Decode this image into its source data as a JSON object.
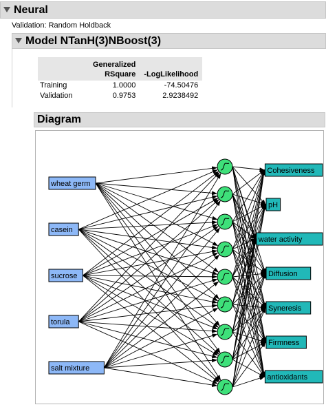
{
  "report": {
    "title": "Neural",
    "validation": "Validation: Random Holdback"
  },
  "model": {
    "title": "Model NTanH(3)NBoost(3)",
    "columns": [
      "Generalized RSquare",
      "-LogLikelihood"
    ],
    "col1_line1": "Generalized",
    "col1_line2": "RSquare",
    "col2": "-LogLikelihood",
    "rows": [
      {
        "label": "Training",
        "rsquare": "1.0000",
        "loglik": "-74.50476"
      },
      {
        "label": "Validation",
        "rsquare": "0.9753",
        "loglik": "2.9238492"
      }
    ]
  },
  "diagram": {
    "title": "Diagram",
    "inputs": [
      "wheat germ",
      "casein",
      "sucrose",
      "torula",
      "salt mixture"
    ],
    "hidden_count": 9,
    "outputs": [
      "Cohesiveness",
      "pH",
      "water activity",
      "Diffusion",
      "Syneresis",
      "Firmness",
      "antioxidants"
    ],
    "colors": {
      "input_fill": "#8db8f7",
      "hidden_fill": "#3ee07a",
      "output_fill": "#21b8b8",
      "edge": "#000000"
    }
  }
}
